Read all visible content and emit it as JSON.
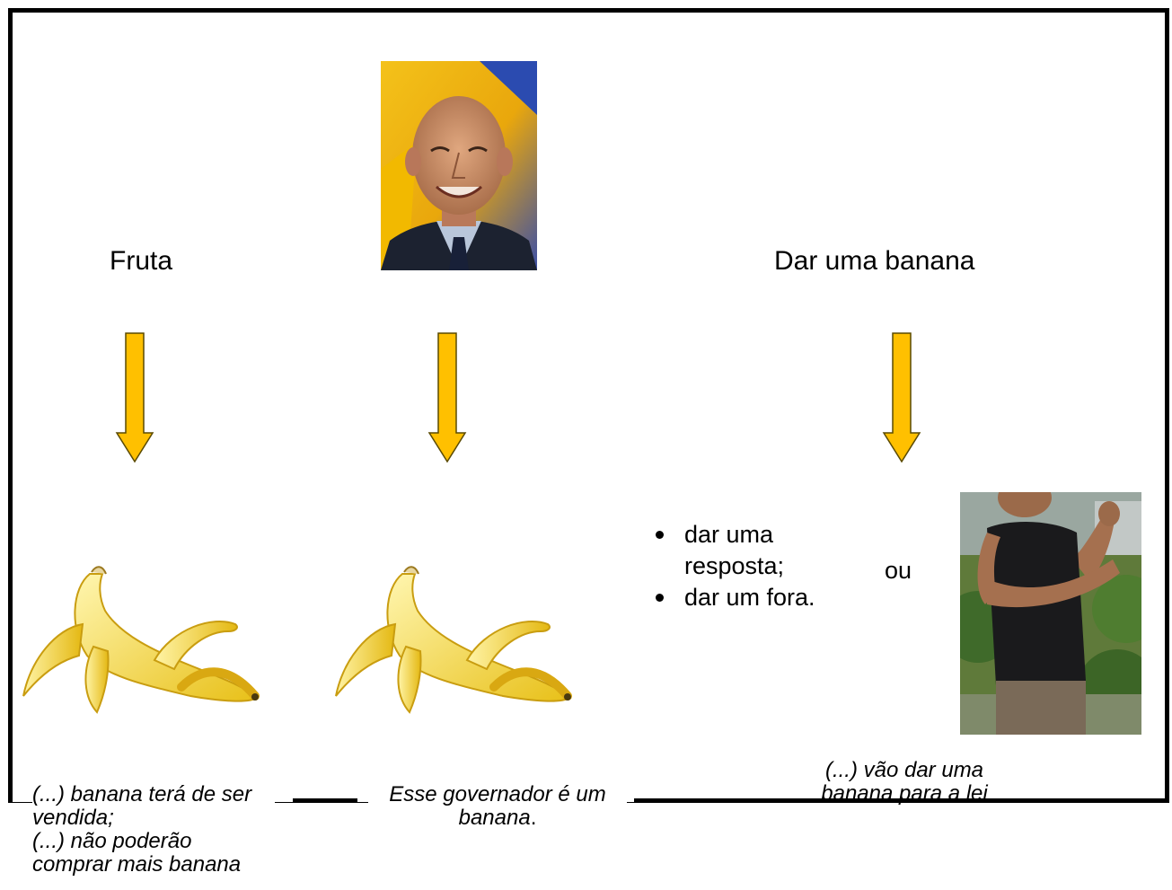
{
  "headings": {
    "fruta": "Fruta",
    "dar_uma_banana": "Dar uma banana"
  },
  "bullets": [
    "dar uma resposta;",
    "dar um fora."
  ],
  "ou": "ou",
  "captions": {
    "left_1": "(...) banana terá de ser vendida;",
    "left_2": "(...) não poderão comprar mais banana",
    "middle_1": "Esse governador é um",
    "middle_2": "banana",
    "middle_3": ".",
    "right": "(...)  vão dar uma banana para a lei"
  },
  "colors": {
    "arrow_fill": "#FFC000",
    "arrow_stroke": "#5a4a00",
    "frame": "#000000"
  },
  "images": {
    "politician": "portrait of a smiling man in suit",
    "banana": "peeled banana",
    "gesture": "young man making the banana gesture"
  }
}
